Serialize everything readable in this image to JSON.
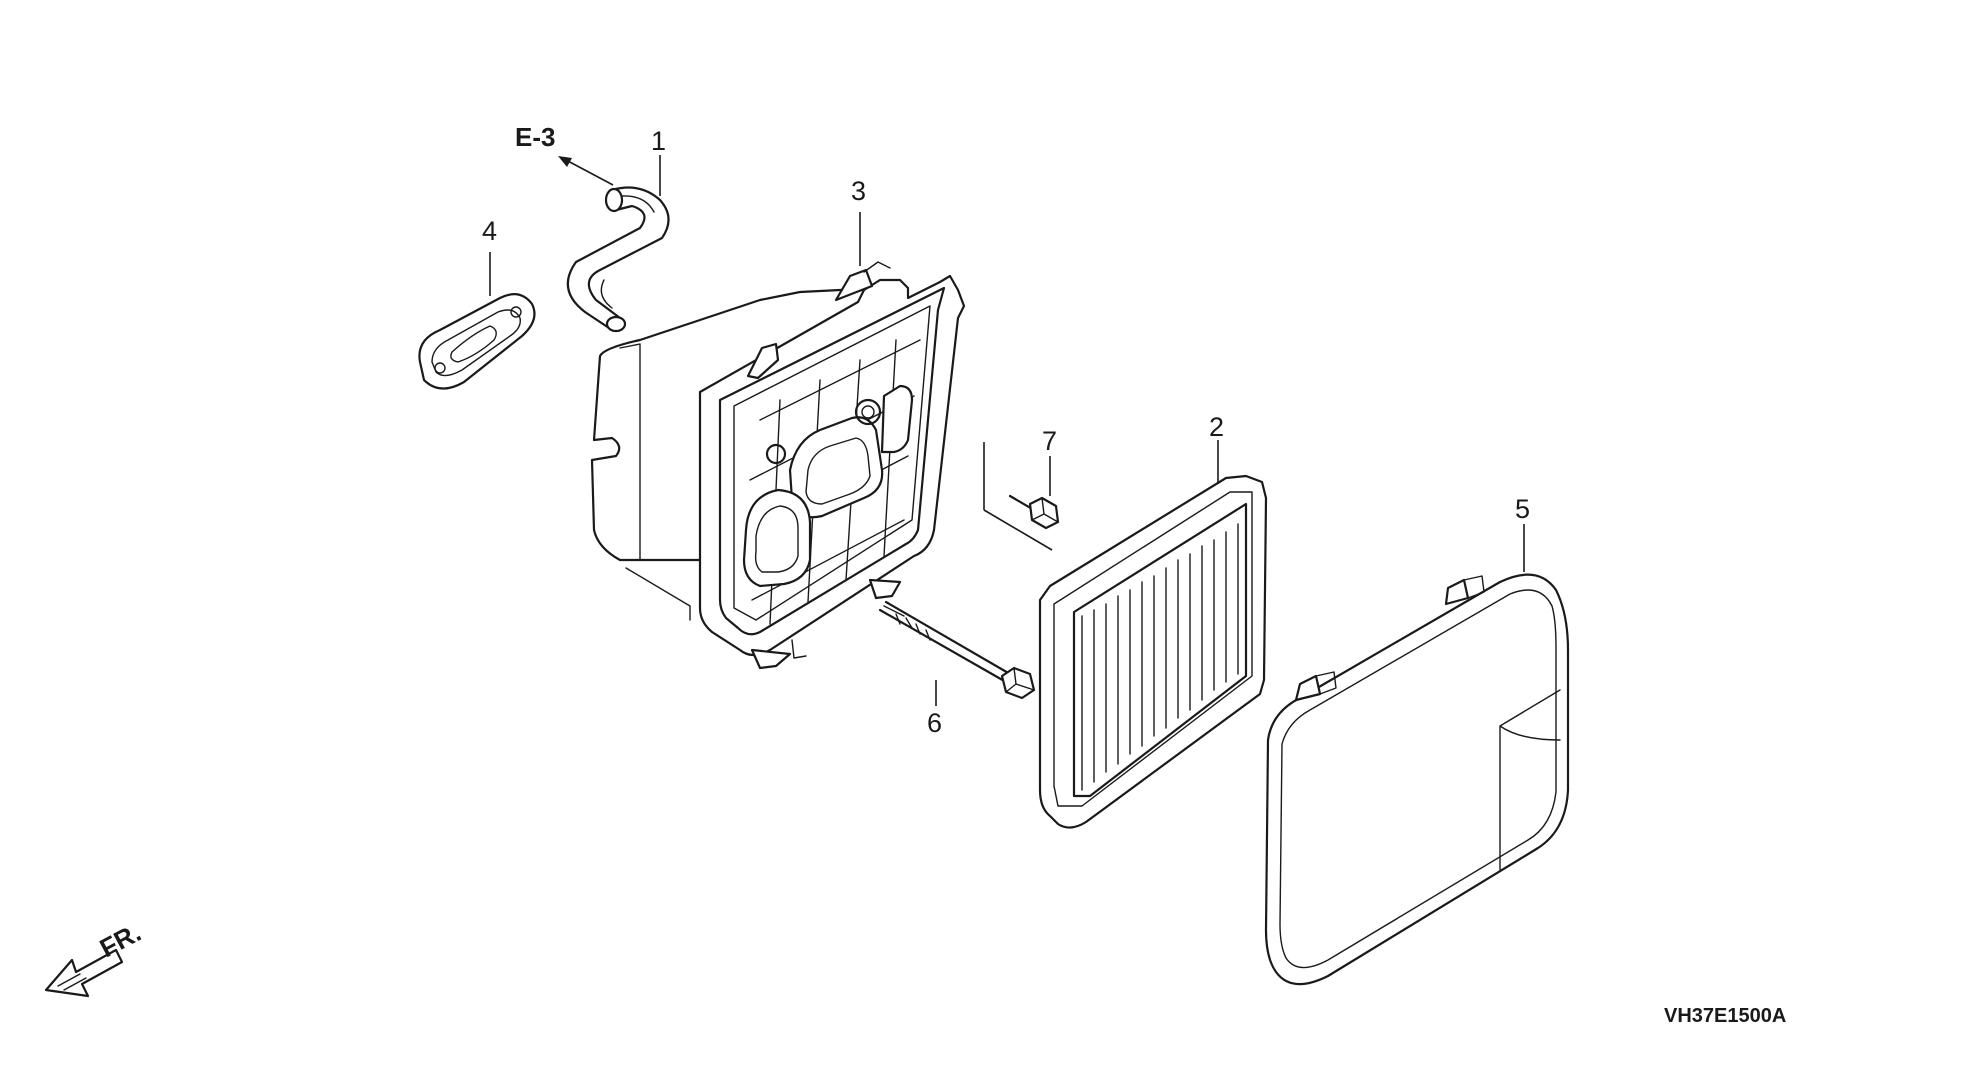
{
  "diagram": {
    "reference_label": "E-3",
    "front_label": "FR.",
    "drawing_code": "VH37E1500A",
    "callouts": [
      {
        "id": "1"
      },
      {
        "id": "2"
      },
      {
        "id": "3"
      },
      {
        "id": "4"
      },
      {
        "id": "5"
      },
      {
        "id": "6"
      },
      {
        "id": "7"
      }
    ]
  }
}
